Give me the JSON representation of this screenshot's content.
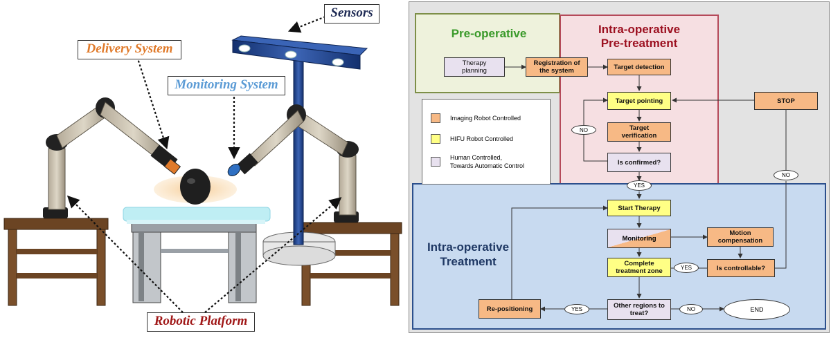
{
  "left_panel": {
    "callouts": {
      "sensors": "Sensors",
      "delivery": "Delivery System",
      "monitoring": "Monitoring System",
      "platform": "Robotic Platform"
    },
    "colors": {
      "delivery": "#e07a2a",
      "monitoring": "#5b9bd5",
      "platform": "#a01818",
      "sensors": "#1f2b55"
    }
  },
  "flowchart": {
    "regions": {
      "pre_operative": "Pre-operative",
      "intra_pretreatment": "Intra-operative\nPre-treatment",
      "intra_treatment": "Intra-operative\nTreatment"
    },
    "legend": [
      {
        "label": "Imaging Robot Controlled",
        "color": "#f7b985"
      },
      {
        "label": "HIFU Robot Controlled",
        "color": "#ffff85"
      },
      {
        "label": "Human Controlled,\nTowards Automatic Control",
        "color": "#e8e1ef"
      }
    ],
    "nodes": {
      "therapy_planning": "Therapy\nplanning",
      "registration": "Registration of\nthe system",
      "target_detection": "Target detection",
      "target_pointing": "Target pointing",
      "stop": "STOP",
      "target_verification": "Target\nverification",
      "is_confirmed": "Is confirmed?",
      "start_therapy": "Start Therapy",
      "monitoring": "Monitoring",
      "motion_compensation": "Motion\ncompensation",
      "complete_zone": "Complete\ntreatment zone",
      "is_controllable": "Is controllable?",
      "repositioning": "Re-positioning",
      "other_regions": "Other regions to\ntreat?",
      "end": "END"
    },
    "decisions": {
      "no_confirm": "NO",
      "yes_confirm": "YES",
      "no_stop": "NO",
      "yes_controllable": "YES",
      "yes_other": "YES",
      "no_other": "NO"
    },
    "colors": {
      "pre_op_title": "#3a9a2a",
      "intra_title": "#9c1020",
      "treat_title": "#1f3864",
      "panel_bg": "#e3e3e3",
      "pre_op_bg": "#eef2dc",
      "intra_bg": "#f6dfe2",
      "treat_bg": "#c8daf0"
    }
  }
}
